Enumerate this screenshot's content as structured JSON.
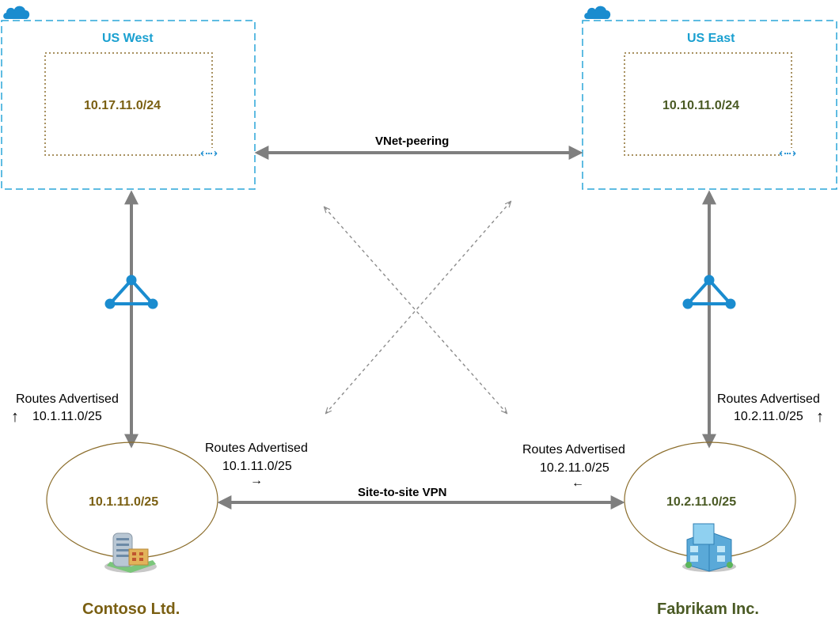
{
  "regions": {
    "west": {
      "name": "US West",
      "vnet_prefix": "10.17.11.0/24"
    },
    "east": {
      "name": "US East",
      "vnet_prefix": "10.10.11.0/24"
    }
  },
  "connections": {
    "vnet_peering": "VNet-peering",
    "site_to_site": "Site-to-site VPN"
  },
  "sites": {
    "contoso": {
      "company": "Contoso Ltd.",
      "prefix": "10.1.11.0/25",
      "routes_up": {
        "title": "Routes Advertised",
        "prefix": "10.1.11.0/25"
      },
      "routes_side": {
        "title": "Routes Advertised",
        "prefix": "10.1.11.0/25"
      }
    },
    "fabrikam": {
      "company": "Fabrikam Inc.",
      "prefix": "10.2.11.0/25",
      "routes_up": {
        "title": "Routes Advertised",
        "prefix": "10.2.11.0/25"
      },
      "routes_side": {
        "title": "Routes Advertised",
        "prefix": "10.2.11.0/25"
      }
    }
  },
  "colors": {
    "azure_blue": "#1a8ccf",
    "region_border": "#2aa5d8",
    "vnet_border": "#8b6d2b",
    "connector_gray": "#7f7f7f",
    "dashed_gray": "#8c8c8c",
    "ellipse_border": "#8b6d2b",
    "contoso_text": "#7a5f12",
    "fabrikam_text": "#4a5a24"
  },
  "icons": {
    "cloud": "cloud-icon",
    "vpn_gateway": "vpn-gateway-icon",
    "vnet": "vnet-icon",
    "building": "office-building-icon",
    "arrow_up": "arrow-up-icon",
    "arrow_right": "arrow-right-icon",
    "arrow_left": "arrow-left-icon"
  }
}
